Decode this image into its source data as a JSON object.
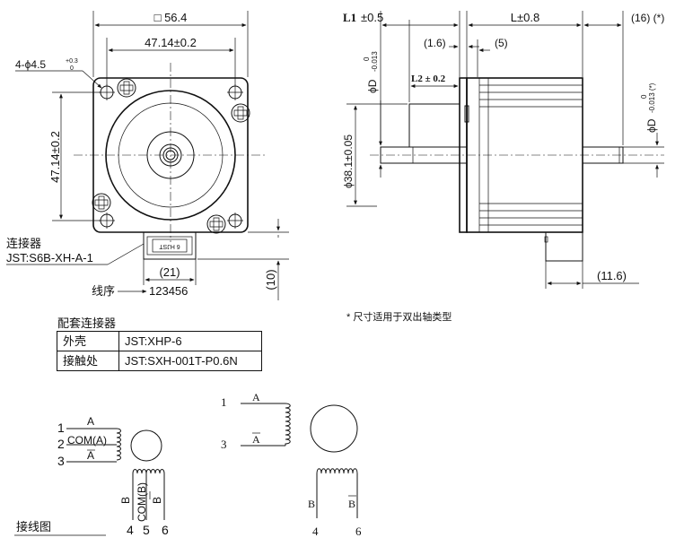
{
  "front_view": {
    "outer_size": "□ 56.4",
    "hole_pitch_top": "47.14±0.2",
    "hole_pitch_side": "47.14±0.2",
    "hole_spec": "4-ϕ4.5",
    "hole_tol_upper": "+0.3",
    "hole_tol_lower": "0",
    "connector_title": "连接器",
    "connector_model": "JST:S6B-XH-A-1",
    "connector_text": "6 HJST",
    "connector_width": "(21)",
    "connector_height": "(10)",
    "wire_order_label": "线序",
    "wire_order_value": "123456"
  },
  "side_view": {
    "dim_l1": "L1",
    "dim_l1_tol": "±0.5",
    "dim_l": "L±0.8",
    "dim_16": "(16) (*)",
    "dim_1_6": "(1.6)",
    "dim_5": "(5)",
    "dim_l2": "L2 ± 0.2",
    "dim_phid_left": "ϕD",
    "dim_phid_left_tol": "-0.013",
    "dim_phid_left_tol0": "0",
    "dim_phid_right": "ϕD",
    "dim_phid_right_tol": "-0.013 (*)",
    "dim_phid_right_tol0": "0",
    "dim_pilot": "ϕ38.1±0.05",
    "dim_11_6": "(11.6)",
    "note": "* 尺寸适用于双出轴类型"
  },
  "mating_connector": {
    "title": "配套连接器",
    "rows": [
      {
        "part": "外壳",
        "model": "JST:XHP-6"
      },
      {
        "part": "接触处",
        "model": "JST:SXH-001T-P0.6N"
      }
    ]
  },
  "wiring_left": {
    "title": "接线图",
    "pins": [
      "1",
      "2",
      "3",
      "4",
      "5",
      "6"
    ],
    "label_a": "A",
    "label_com_a": "COM(A)",
    "label_a_bar": "A",
    "label_b": "B",
    "label_com_b": "COM(B)",
    "label_b_bar": "B"
  },
  "wiring_right": {
    "pins": [
      "1",
      "3",
      "4",
      "6"
    ],
    "label_a": "A",
    "label_a_bar": "A",
    "label_b": "B",
    "label_b_bar": "B"
  }
}
